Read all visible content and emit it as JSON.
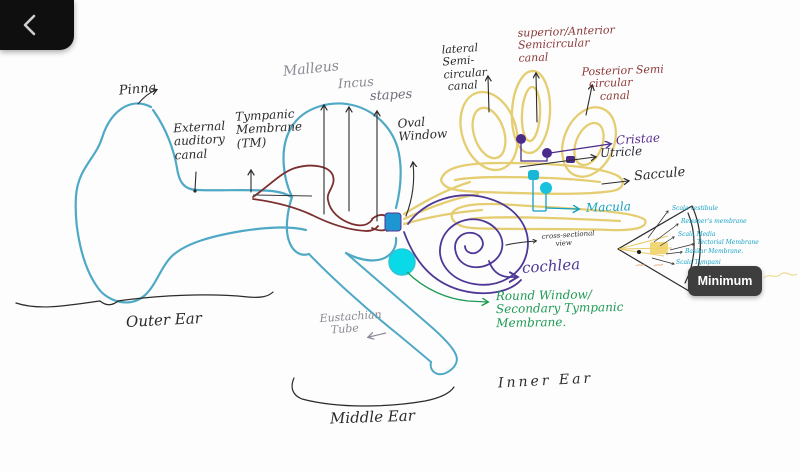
{
  "window": {
    "back_icon": "chevron-left",
    "tooltip": "Minimum"
  },
  "diagram": {
    "title_implied": "Hand-drawn anatomy sketch of the human ear",
    "labels": {
      "pinna": "Pinna",
      "external_auditory_canal": "External\nauditory\ncanal",
      "tympanic_membrane": "Tympanic\nMembrane\n(TM)",
      "malleus": "Malleus",
      "incus": "Incus",
      "stapes": "stapes",
      "oval_window": "Oval\nWindow",
      "lateral_canal": "lateral\nSemi-\ncircular\n canal",
      "superior_canal": "superior/Anterior\nSemicircular\ncanal",
      "posterior_canal": "Posterior Semi\n  circular\n     canal",
      "cristae": "Cristae",
      "utricle": "Utricle",
      "saccule": "Saccule",
      "macula": "Macula",
      "cross_section": "cross-sectional\n      view",
      "cochlea": "cochlea",
      "round_window": "Round Window/\nSecondary Tympanic\nMembrane.",
      "eustachian_tube": "Eustachian\n   Tube",
      "outer_ear": "Outer Ear",
      "middle_ear": "Middle Ear",
      "inner_ear": "Inner Ear",
      "inset": {
        "scala_vestibule": "Scala vestibule",
        "reissners_membrane": "Reissner's membrane",
        "scala_media": "Scala Media",
        "tectorial_membrane": "Tectorial Membrane",
        "basilar_membrane": "Basilar Membrane.",
        "scala_tympani": "Scala Tympani"
      }
    },
    "ink_colors": {
      "outline_teal": "#4FA9C6",
      "ossicle_maroon": "#7B2F2F",
      "canal_yellow": "#E5CD72",
      "cochlea_purple": "#4F3796",
      "crista_purple": "#4A2B8C",
      "macula_cyan_fill": "#0ADAE8",
      "oval_window_blue": "#1E96D2",
      "green_text": "#1F9A55",
      "dark_red_text": "#8B3838",
      "teal_text": "#13A0C4",
      "gray_text": "#8A8A94",
      "black_ink": "#2B2B2B"
    }
  }
}
